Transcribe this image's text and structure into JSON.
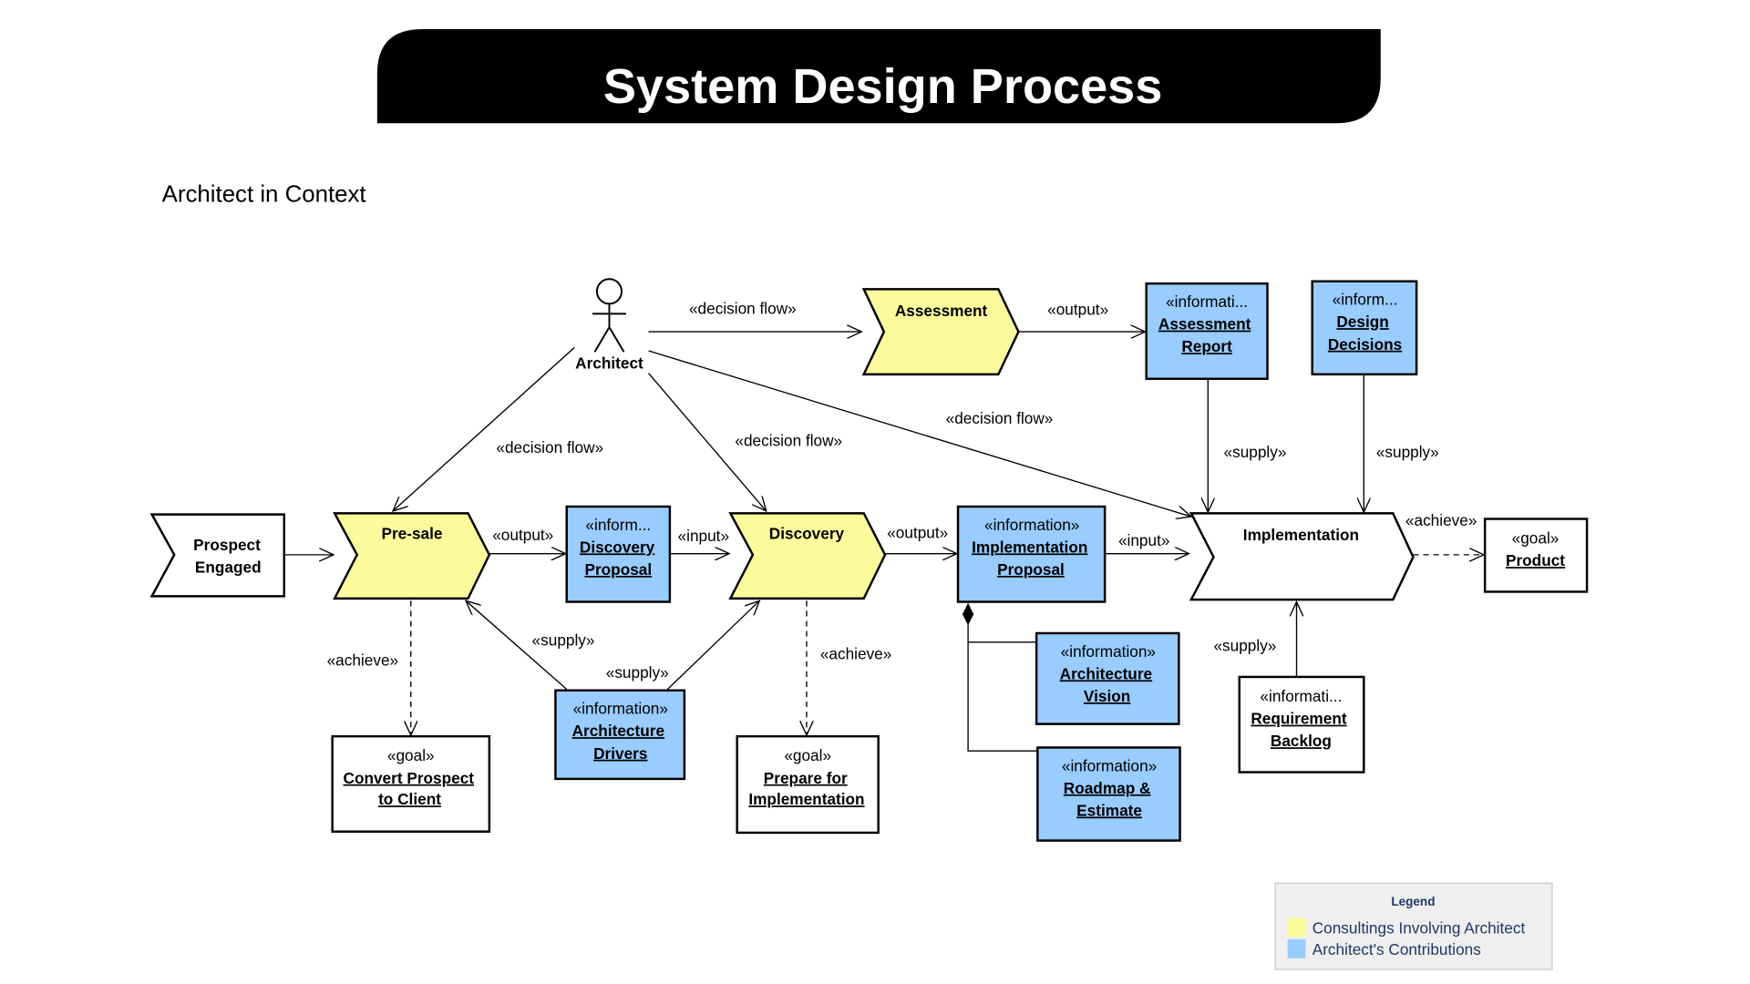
{
  "title": "System Design Process",
  "subtitle": "Architect in Context",
  "colors": {
    "consulting": "#FBFB9C",
    "contribution": "#99CCFF",
    "title_bar": "#000000"
  },
  "actor": {
    "label": "Architect",
    "icon": "stick-figure-icon"
  },
  "processes": {
    "assessment": "Assessment",
    "prospect": [
      "Prospect",
      "Engaged"
    ],
    "presale": "Pre-sale",
    "discovery": "Discovery",
    "implementation": "Implementation"
  },
  "info": {
    "assessment_report": {
      "stereo": "«informati...",
      "name": [
        "Assessment",
        "Report"
      ]
    },
    "design_decisions": {
      "stereo": "«inform...",
      "name": [
        "Design",
        "Decisions"
      ]
    },
    "discovery_proposal": {
      "stereo": "«inform...",
      "name": [
        "Discovery",
        "Proposal"
      ]
    },
    "implementation_proposal": {
      "stereo": "«information»",
      "name": [
        "Implementation",
        "Proposal"
      ]
    },
    "architecture_vision": {
      "stereo": "«information»",
      "name": [
        "Architecture",
        "Vision"
      ]
    },
    "roadmap": {
      "stereo": "«information»",
      "name": [
        "Roadmap &",
        "Estimate"
      ]
    },
    "architecture_drivers": {
      "stereo": "«information»",
      "name": [
        "Architecture",
        "Drivers"
      ]
    },
    "requirement_backlog": {
      "stereo": "«informati...",
      "name": [
        "Requirement",
        "Backlog"
      ]
    }
  },
  "goals": {
    "product": {
      "stereo": "«goal»",
      "name": [
        "Product"
      ]
    },
    "convert": {
      "stereo": "«goal»",
      "name": [
        "Convert Prospect",
        "to Client"
      ]
    },
    "prepare": {
      "stereo": "«goal»",
      "name": [
        "Prepare for",
        "Implementation"
      ]
    }
  },
  "edge_labels": {
    "decision_flow": "«decision flow»",
    "output": "«output»",
    "input": "«input»",
    "supply": "«supply»",
    "achieve": "«achieve»"
  },
  "legend": {
    "title": "Legend",
    "items": [
      "Consultings Involving Architect",
      "Architect's Contributions"
    ]
  }
}
